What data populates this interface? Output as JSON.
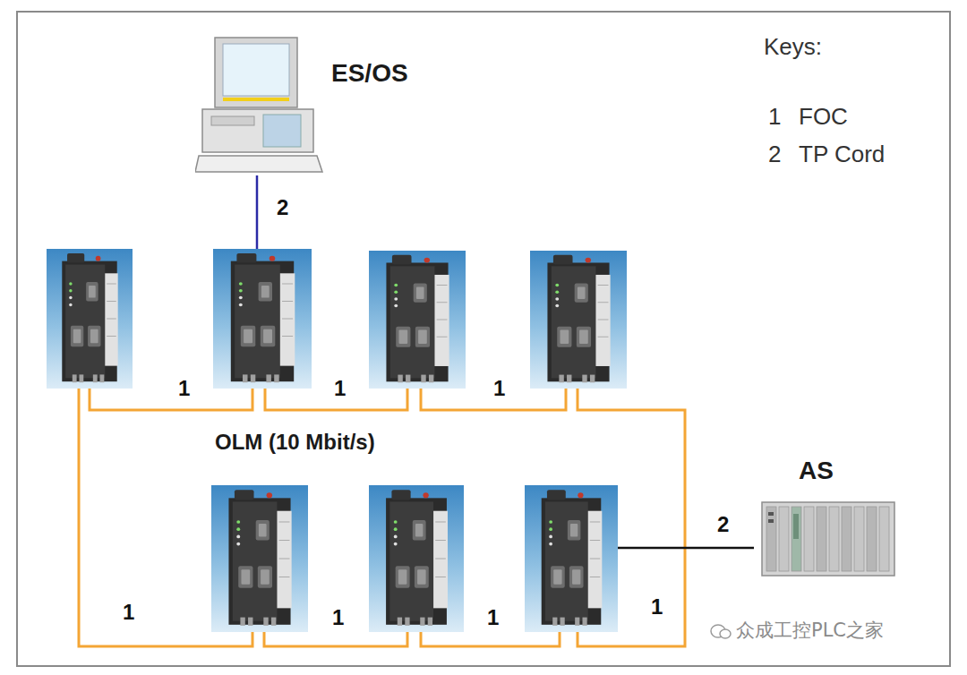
{
  "diagram": {
    "nodes": [
      {
        "text": [
          "ES/OS"
        ]
      },
      {
        "text": []
      },
      {
        "text": []
      },
      {
        "text": []
      },
      {
        "text": []
      },
      {
        "text": []
      },
      {
        "text": []
      },
      {
        "text": []
      },
      {
        "text": [
          "AS"
        ]
      }
    ],
    "edges": [
      {
        "from": 0,
        "to": 2,
        "arrow": "none",
        "label": "2"
      },
      {
        "from": 1,
        "to": 2,
        "arrow": "none",
        "label": "1"
      },
      {
        "from": 2,
        "to": 3,
        "arrow": "none",
        "label": "1"
      },
      {
        "from": 3,
        "to": 4,
        "arrow": "none",
        "label": "1"
      },
      {
        "from": 4,
        "to": 7,
        "arrow": "none",
        "label": "1"
      },
      {
        "from": 7,
        "to": 6,
        "arrow": "none",
        "label": "1"
      },
      {
        "from": 6,
        "to": 5,
        "arrow": "none",
        "label": "1"
      },
      {
        "from": 5,
        "to": 1,
        "arrow": "none",
        "label": "1"
      },
      {
        "from": 7,
        "to": 8,
        "arrow": "none",
        "label": "2"
      }
    ],
    "labels": [
      "Keys:",
      "1",
      "FOC",
      "2",
      "TP Cord",
      "OLM (10 Mbit/s)",
      "众成工控PLC之家"
    ]
  }
}
